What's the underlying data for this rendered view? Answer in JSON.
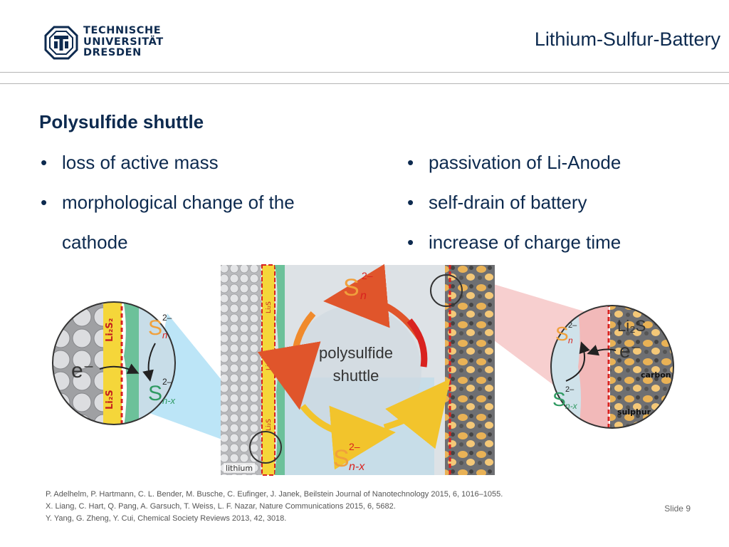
{
  "header": {
    "logo_lines": [
      "TECHNISCHE",
      "UNIVERSITÄT",
      "DRESDEN"
    ],
    "title": "Lithium-Sulfur-Battery"
  },
  "content": {
    "heading": "Polysulfide shuttle",
    "left_bullets": [
      "loss of active mass",
      "morphological change of the cathode"
    ],
    "right_bullets": [
      "passivation of Li-Anode",
      "self-drain of battery",
      "increase of charge time"
    ]
  },
  "figure": {
    "center_label_1": "polysulfide",
    "center_label_2": "shuttle",
    "s_label": "S",
    "sup_label": "2–",
    "sub_n": "n",
    "sub_nx": "n-x",
    "lithium_label": "lithium",
    "li2s_label": "Li₂S",
    "li2s2_label": "Li₂S₂",
    "lis_label": "Li₂S",
    "electron_label": "e⁻",
    "carbon_label": "carbon",
    "sulphur_label": "sulphur"
  },
  "references": [
    "P. Adelhelm, P. Hartmann, C. L. Bender, M. Busche, C. Eufinger, J. Janek, Beilstein Journal of Nanotechnology 2015, 6, 1016–1055.",
    "X. Liang, C. Hart, Q. Pang, A. Garsuch, T. Weiss, L. F. Nazar, Nature Communications 2015, 6, 5682.",
    "Y. Yang, G. Zheng, Y. Cui, Chemical Society Reviews 2013, 42, 3018."
  ],
  "slide_number": "Slide 9",
  "colors": {
    "navy": "#0d2a4f",
    "lithium_gray": "#c9cacc",
    "li2s_yellow": "#f5d63a",
    "separator_red": "#e02020",
    "electrolyte_blue": "#bfe6f7",
    "cathode_pink": "#f2b9b9",
    "arrow_red": "#d9221f",
    "arrow_yellow": "#f2d22c"
  }
}
